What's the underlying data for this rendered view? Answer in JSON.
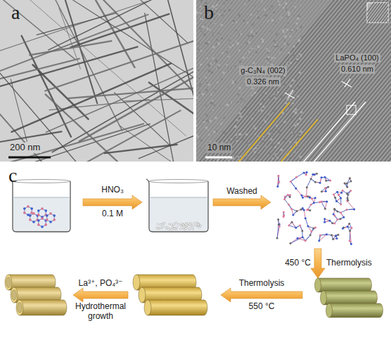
{
  "diagram": {
    "labels": [
      "a",
      "b",
      "c",
      "200 nm",
      "10 nm",
      "g-C₃N₄ (002)",
      "0.326 nm",
      "LaPO₄ (100)",
      "0.610 nm",
      "HNO₃",
      "0.1 M",
      "Washed",
      "450 °C",
      "Thermolysis",
      "Thermolysis",
      "550 °C",
      "La³⁺, PO₄³⁻",
      "Hydrothermal growth"
    ]
  }
}
